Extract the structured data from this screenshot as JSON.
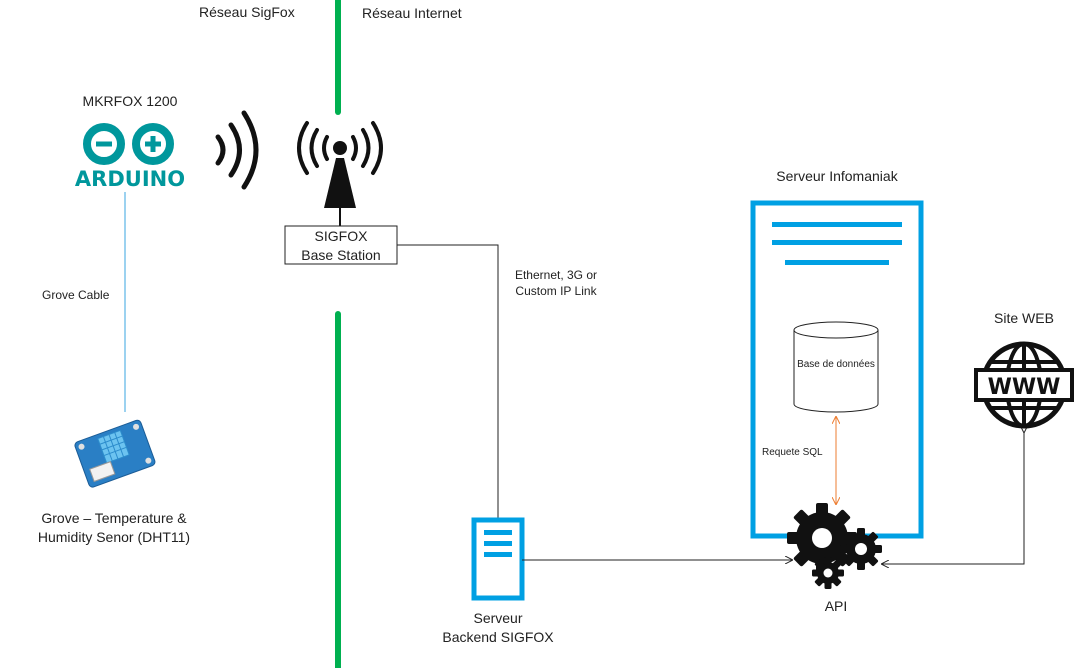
{
  "zones": {
    "sigfox_network": "Réseau SigFox",
    "internet_network": "Réseau Internet"
  },
  "device": {
    "title": "MKRFOX 1200",
    "logo_text": "ARDUINO"
  },
  "connections": {
    "grove_cable": "Grove Cable",
    "ethernet_link_line1": "Ethernet, 3G or",
    "ethernet_link_line2": "Custom IP Link",
    "sql_request": "Requete SQL"
  },
  "sensor": {
    "label_line1": "Grove – Temperature &",
    "label_line2": "Humidity Senor (DHT11)"
  },
  "base_station": {
    "line1": "SIGFOX",
    "line2": "Base Station"
  },
  "backend": {
    "line1": "Serveur",
    "line2": "Backend SIGFOX"
  },
  "hosting": {
    "title": "Serveur Infomaniak",
    "database": "Base de données",
    "api": "API"
  },
  "website": {
    "title": "Site WEB",
    "globe_text": "WWW"
  },
  "colors": {
    "network_divider": "#00b050",
    "server_frame": "#00a0e3",
    "grove_cable": "#5ab4e6",
    "sql_arrow": "#ed7d31",
    "arduino": "#00979c"
  }
}
